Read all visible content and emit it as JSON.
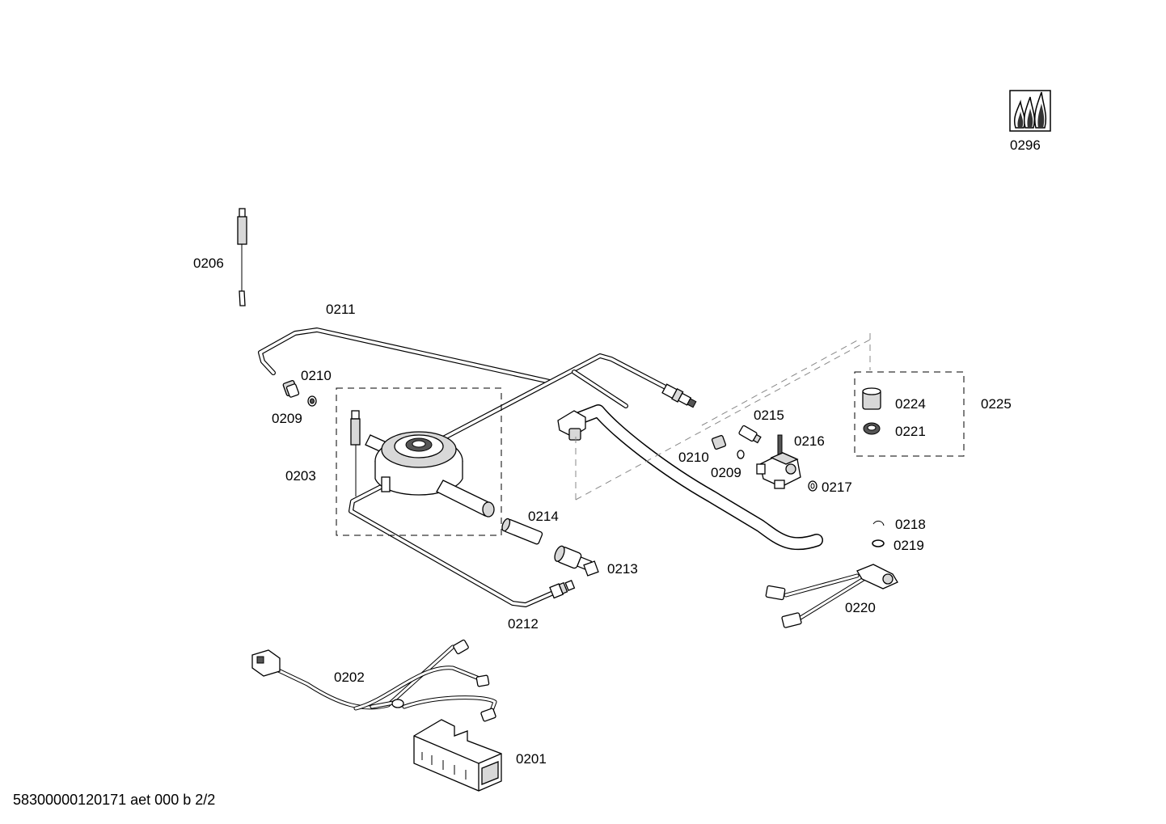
{
  "labels": {
    "p0296": "0296",
    "p0206": "0206",
    "p0211": "0211",
    "p0210a": "0210",
    "p0209a": "0209",
    "p0203": "0203",
    "p0214": "0214",
    "p0213": "0213",
    "p0212": "0212",
    "p0215": "0215",
    "p0216": "0216",
    "p0210b": "0210",
    "p0209b": "0209",
    "p0217": "0217",
    "p0224": "0224",
    "p0221": "0221",
    "p0225": "0225",
    "p0218": "0218",
    "p0219": "0219",
    "p0220": "0220",
    "p0202": "0202",
    "p0201": "0201"
  },
  "footer": "58300000120171 aet 000 b 2/2",
  "icons": {
    "flame_symbol": "gas-flame-icon"
  }
}
